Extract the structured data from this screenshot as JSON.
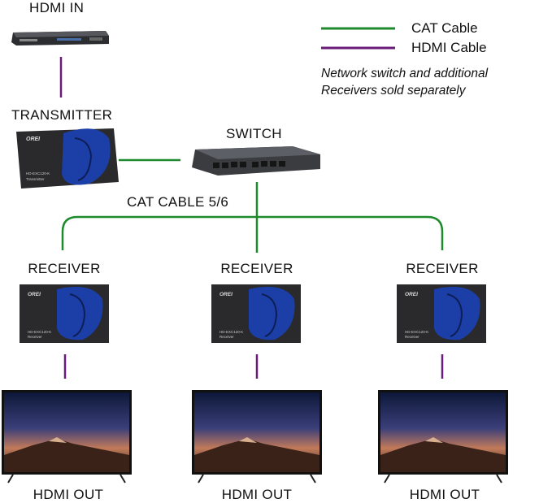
{
  "labels": {
    "hdmi_in": "HDMI IN",
    "transmitter": "TRANSMITTER",
    "switch": "SWITCH",
    "cat_cable": "CAT CABLE 5/6",
    "receivers": [
      "RECEIVER",
      "RECEIVER",
      "RECEIVER"
    ],
    "hdmi_out": [
      "HDMI OUT",
      "HDMI OUT",
      "HDMI OUT"
    ]
  },
  "legend": {
    "cat": {
      "label": "CAT Cable",
      "color": "#1e8a2e"
    },
    "hdmi": {
      "label": "HDMI Cable",
      "color": "#6a1b7a"
    }
  },
  "note": {
    "line1": "Network switch and additional",
    "line2": "Receivers sold separately"
  },
  "device_text": {
    "brand": "OREI",
    "transmitter_model": "HD-EXC120-K",
    "transmitter_sub": "Transmitter",
    "receiver_model": "HD-EXC120-K",
    "receiver_sub": "Receiver"
  },
  "colors": {
    "cat": "#1e8a2e",
    "hdmi": "#6a1b7a",
    "device_body": "#2a2a2c",
    "device_accent": "#1b3fa6"
  }
}
